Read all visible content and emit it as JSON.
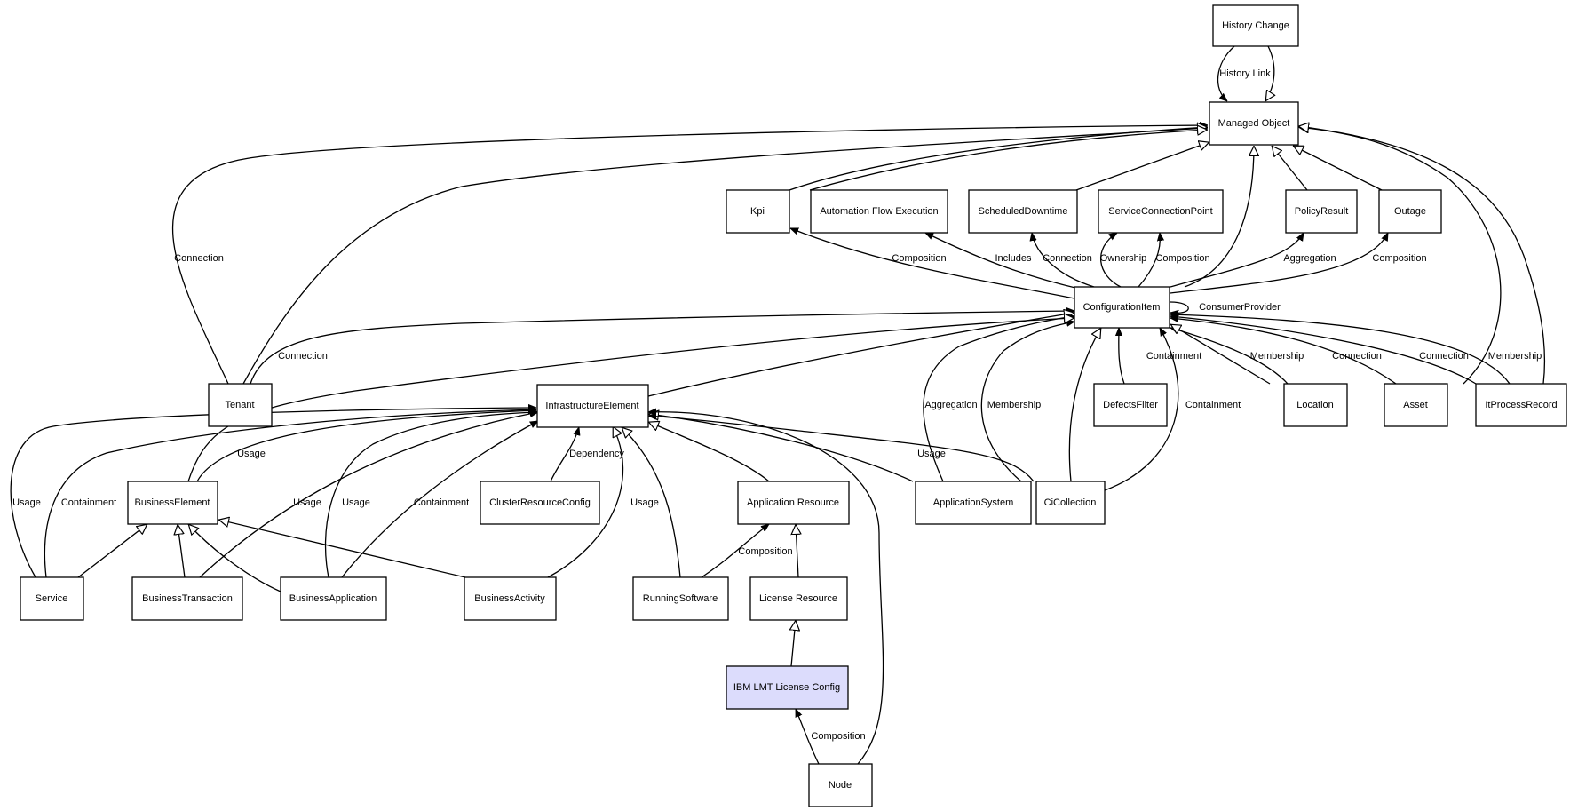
{
  "nodes": {
    "history_change": "History Change",
    "managed_object": "Managed Object",
    "kpi": "Kpi",
    "automation_flow_execution": "Automation Flow Execution",
    "scheduled_downtime": "ScheduledDowntime",
    "service_connection_point": "ServiceConnectionPoint",
    "policy_result": "PolicyResult",
    "outage": "Outage",
    "configuration_item": "ConfigurationItem",
    "tenant": "Tenant",
    "infrastructure_element": "InfrastructureElement",
    "defects_filter": "DefectsFilter",
    "location": "Location",
    "asset": "Asset",
    "it_process_record": "ItProcessRecord",
    "business_element": "BusinessElement",
    "cluster_resource_config": "ClusterResourceConfig",
    "application_resource": "Application Resource",
    "application_system": "ApplicationSystem",
    "ci_collection": "CiCollection",
    "service": "Service",
    "business_transaction": "BusinessTransaction",
    "business_application": "BusinessApplication",
    "business_activity": "BusinessActivity",
    "running_software": "RunningSoftware",
    "license_resource": "License Resource",
    "ibm_lmt_license_config": "IBM LMT License Config",
    "node": "Node"
  },
  "edge_labels": {
    "history_link": "History Link",
    "connection": "Connection",
    "composition": "Composition",
    "includes": "Includes",
    "ownership": "Ownership",
    "aggregation": "Aggregation",
    "consumer_provider": "ConsumerProvider",
    "containment": "Containment",
    "membership": "Membership",
    "usage": "Usage",
    "dependency": "Dependency"
  },
  "colors": {
    "highlight_fill": "#dcdcfc",
    "stroke": "#000000"
  }
}
